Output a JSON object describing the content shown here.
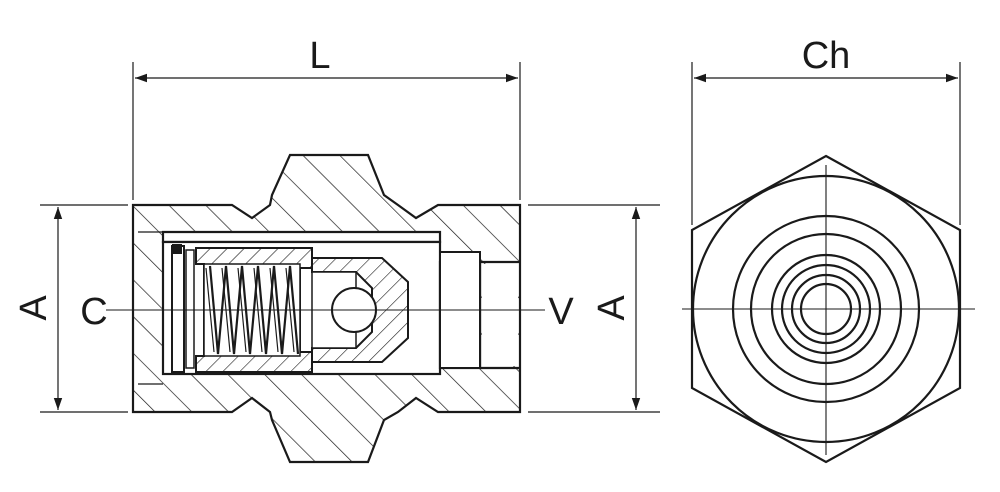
{
  "labels": {
    "length": "L",
    "across_flats": "Ch",
    "diameter_left": "A",
    "diameter_right": "A",
    "inlet": "C",
    "outlet": "V"
  }
}
